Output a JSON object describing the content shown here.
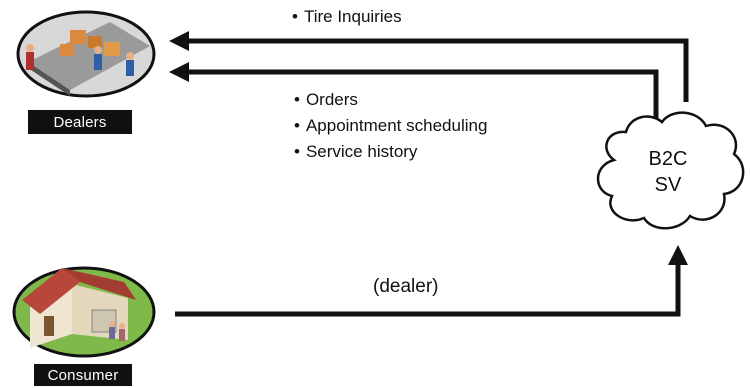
{
  "dealers": {
    "label": "Dealers",
    "icon": "warehouse-loading-dock-icon"
  },
  "consumer": {
    "label": "Consumer",
    "icon": "house-icon"
  },
  "cloud": {
    "line1": "B2C",
    "line2": "SV"
  },
  "top_flow": {
    "bullet": "•",
    "text": "Tire Inquiries"
  },
  "return_flow": {
    "bullet": "•",
    "items": [
      "Orders",
      "Appointment scheduling",
      "Service history"
    ]
  },
  "consumer_flow": {
    "text": "(dealer)"
  },
  "colors": {
    "arrow": "#111111",
    "label_bg": "#111111",
    "ellipse_dealer": "#d8d8d8",
    "ellipse_consumer": "#7fb94a",
    "roof": "#b8473b"
  }
}
